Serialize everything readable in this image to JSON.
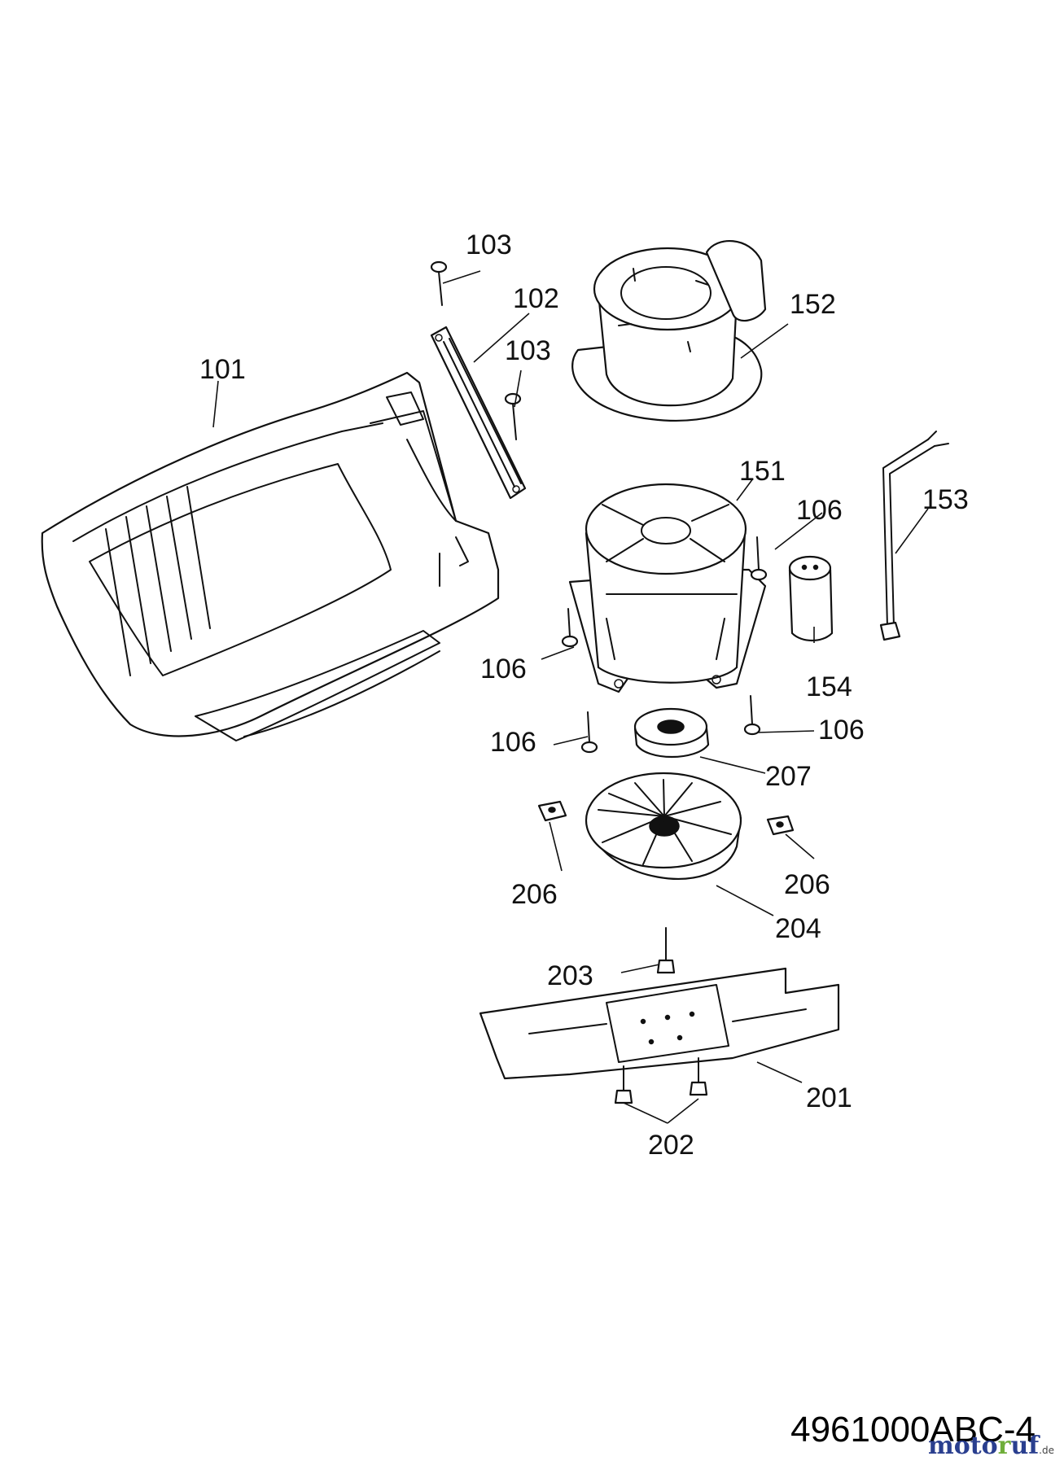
{
  "diagram": {
    "callouts": [
      "101",
      "102",
      "103",
      "103",
      "106",
      "106",
      "106",
      "106",
      "151",
      "152",
      "153",
      "154",
      "201",
      "202",
      "203",
      "204",
      "206",
      "206",
      "207"
    ],
    "drawing_number": "4961000ABC-4",
    "watermark": {
      "part1": "moto",
      "part2": "r",
      "part3": "uf",
      "tld": ".de"
    }
  }
}
